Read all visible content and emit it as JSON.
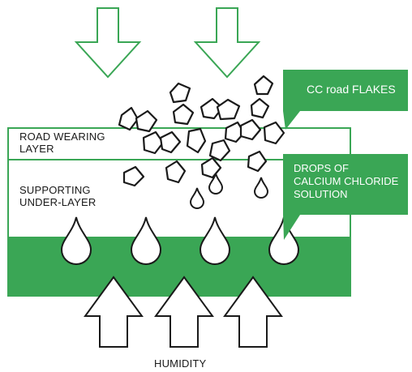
{
  "labels": {
    "road_wearing_layer_line1": "ROAD WEARING",
    "road_wearing_layer_line2": "LAYER",
    "supporting_under_layer_line1": "SUPPORTING",
    "supporting_under_layer_line2": "UNDER-LAYER",
    "humidity": "HUMIDITY"
  },
  "callouts": {
    "flakes": "CC road FLAKES",
    "drops_line1": "DROPS OF",
    "drops_line2": "CALCIUM CHLORIDE",
    "drops_line3": "SOLUTION"
  },
  "colors": {
    "green": "#3aa655",
    "outline": "#1a1a1a",
    "background": "#ffffff"
  },
  "icons": {
    "down_arrows": "arrow-down-outline-icon",
    "up_arrows": "arrow-up-outline-icon",
    "flakes": "flake-polygon-icon",
    "drops": "drop-icon"
  }
}
